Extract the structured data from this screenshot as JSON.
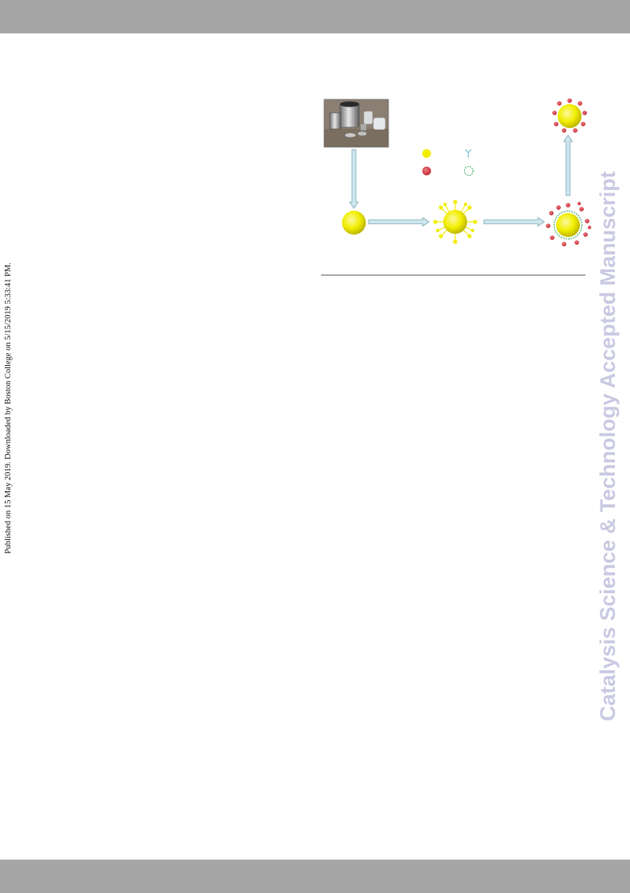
{
  "page": {
    "side_note": "Published on 15 May 2019. Downloaded by Boston College on 5/15/2019 5:33:41 PM.",
    "watermark": "Catalysis Science & Technology Accepted Manuscript"
  },
  "colors": {
    "band": "#a6a6a6",
    "watermark": "#c9c9e3",
    "particle_yellow": "#f2ee00",
    "ligand_red": "#d8323a",
    "ligand_cyan": "#86c8d6",
    "shell_green": "#2fa65a",
    "arrow_fill": "#cfe6ec",
    "arrow_stroke": "#7aaab8"
  },
  "figure": {
    "icons": [
      "autoclave-photo",
      "yellow-particle-legend-icon",
      "red-particle-legend-icon",
      "y-linker-legend-icon",
      "dashed-shell-legend-icon",
      "arrow-icon",
      "core-particle-icon",
      "yellow-decorated-particle-icon",
      "red-decorated-shelled-particle-icon",
      "final-decorated-particle-icon"
    ]
  }
}
